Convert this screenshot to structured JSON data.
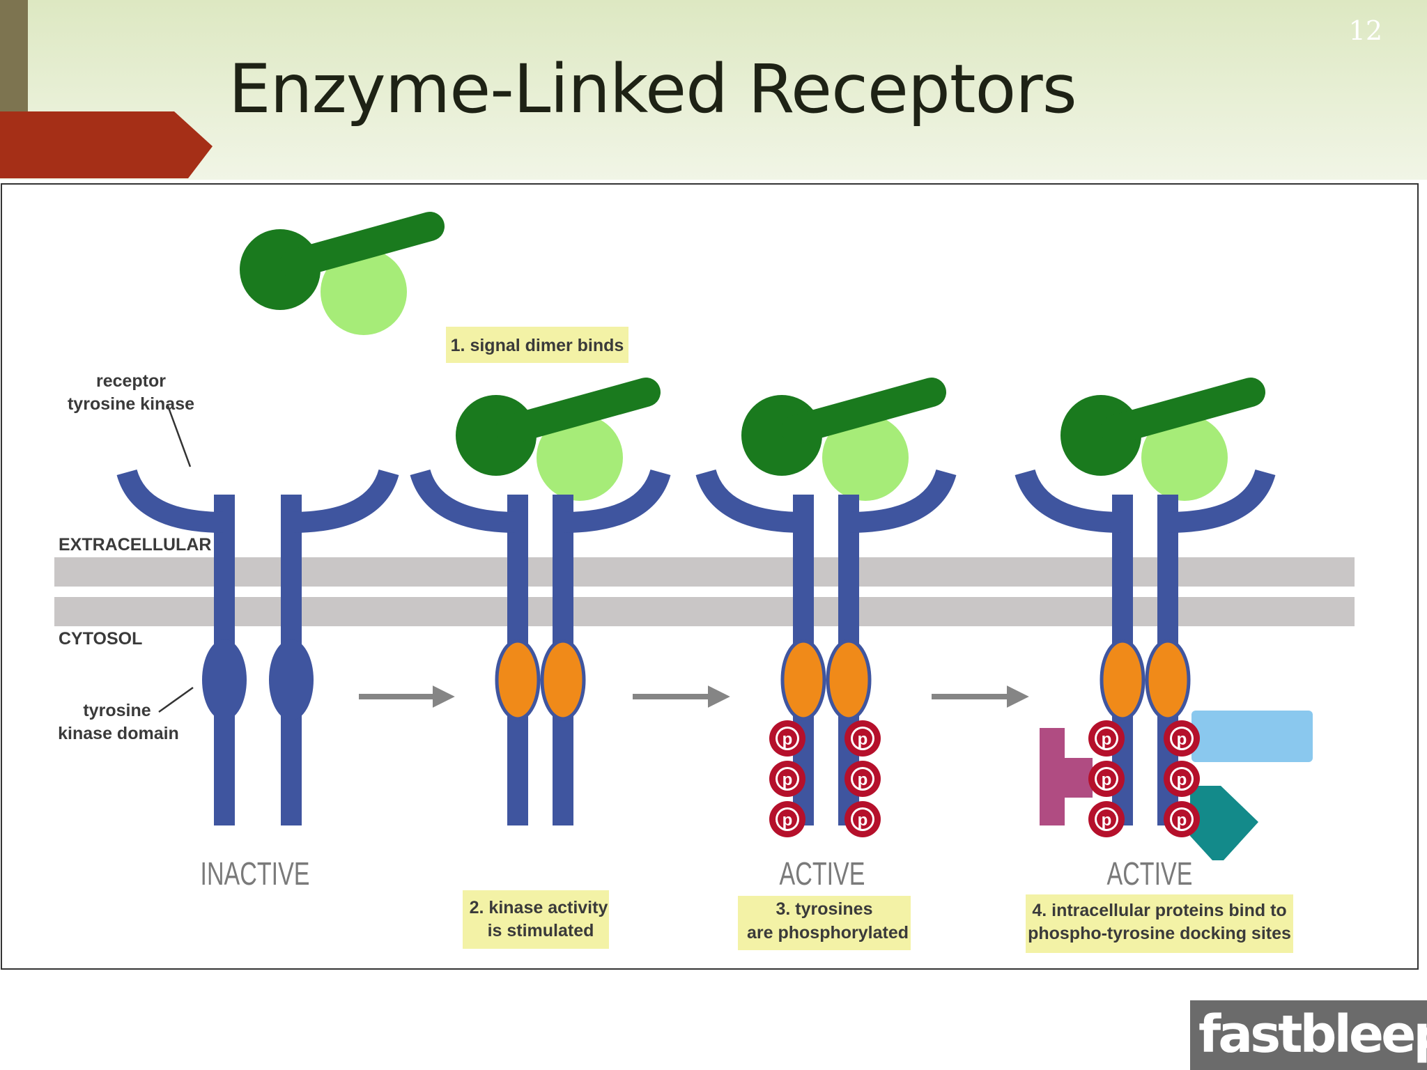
{
  "slide": {
    "title": "Enzyme-Linked Receptors",
    "page_number": "12"
  },
  "labels": {
    "receptor": [
      "receptor",
      "tyrosine kinase"
    ],
    "extracellular": "EXTRACELLULAR",
    "cytosol": "CYTOSOL",
    "kinase_domain": [
      "tyrosine",
      "kinase domain"
    ]
  },
  "states": {
    "inactive": "INACTIVE",
    "active_1": "ACTIVE",
    "active_2": "ACTIVE"
  },
  "steps": {
    "step1": "1. signal dimer binds",
    "step2": [
      "2. kinase activity",
      "is stimulated"
    ],
    "step3": [
      "3. tyrosines",
      "are phosphorylated"
    ],
    "step4": [
      "4. intracellular proteins bind to",
      "phospho-tyrosine docking sites"
    ]
  },
  "phospho_label": "p",
  "logo_text": "fastbleep))",
  "colors": {
    "receptor": "#3f559f",
    "active_kinase": "#f08a19",
    "phosphate": "#b5102b",
    "signal_dark": "#1a7a1e",
    "signal_light": "#a6ec78",
    "membrane": "#c9c6c6",
    "callout": "#f3f2a6",
    "accent_red": "#a52f17",
    "accent_olive": "#7d7450"
  }
}
